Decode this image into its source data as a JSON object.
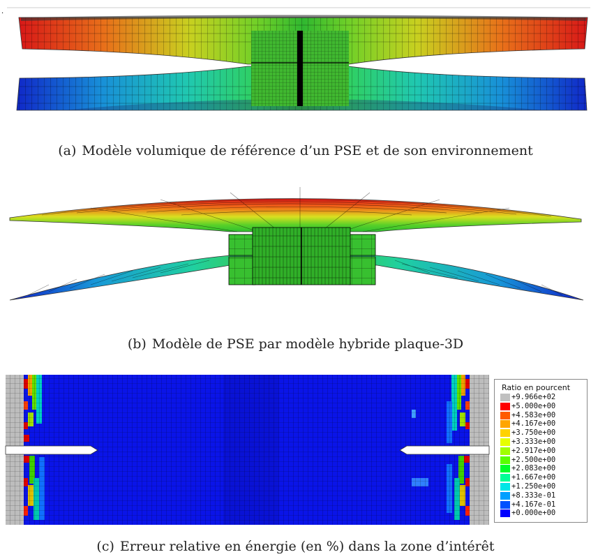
{
  "captions": {
    "a": {
      "label": "(a)",
      "text": "Modèle volumique de référence d’un PSE et de son environnement"
    },
    "b": {
      "label": "(b)",
      "text": "Modèle de PSE par modèle hybride plaque-3D"
    },
    "c": {
      "label": "(c)",
      "text": "Erreur relative en énergie (en %) dans la zone d’intérêt"
    }
  },
  "legend": {
    "title": "Ratio en pourcent",
    "items": [
      {
        "value": "+9.966e+02",
        "color": "#c0c0c0"
      },
      {
        "value": "+5.000e+00",
        "color": "#ff0000"
      },
      {
        "value": "+4.583e+00",
        "color": "#ff5a00"
      },
      {
        "value": "+4.167e+00",
        "color": "#ffa500"
      },
      {
        "value": "+3.750e+00",
        "color": "#ffd200"
      },
      {
        "value": "+3.333e+00",
        "color": "#e6ff00"
      },
      {
        "value": "+2.917e+00",
        "color": "#a0ff00"
      },
      {
        "value": "+2.500e+00",
        "color": "#5aff00"
      },
      {
        "value": "+2.083e+00",
        "color": "#00ff28"
      },
      {
        "value": "+1.667e+00",
        "color": "#00ff96"
      },
      {
        "value": "+1.250e+00",
        "color": "#00e6e6"
      },
      {
        "value": "+8.333e-01",
        "color": "#00a0ff"
      },
      {
        "value": "+4.167e-01",
        "color": "#0050ff"
      },
      {
        "value": "+0.000e+00",
        "color": "#0000ff"
      }
    ]
  }
}
